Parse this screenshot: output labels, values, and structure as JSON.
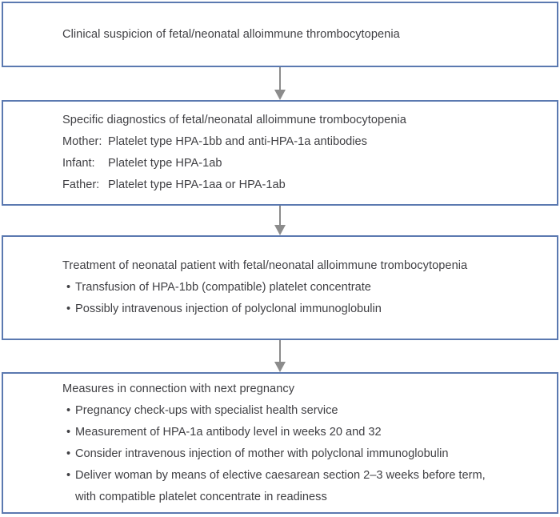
{
  "diagram": {
    "title": "Fetal/neonatal alloimmune thrombocytopenia management flowchart",
    "border_color": "#5b79b0",
    "text_color": "#404044",
    "arrow_color": "#8c8c8c",
    "bullet_glyph": "•",
    "nodes": [
      {
        "id": "node-1",
        "name": "clinical-suspicion",
        "lines": [
          {
            "type": "plain",
            "text": "Clinical suspicion of fetal/neonatal alloimmune thrombocytopenia"
          }
        ]
      },
      {
        "id": "node-2",
        "name": "specific-diagnostics",
        "lines": [
          {
            "type": "plain",
            "text": "Specific diagnostics of fetal/neonatal alloimmune trombocytopenia"
          },
          {
            "type": "kv",
            "key": "Mother:",
            "value": "Platelet type HPA-1bb and anti-HPA-1a antibodies"
          },
          {
            "type": "kv",
            "key": "Infant:",
            "value": "Platelet type HPA-1ab"
          },
          {
            "type": "kv",
            "key": "Father:",
            "value": "Platelet type HPA-1aa or HPA-1ab"
          }
        ]
      },
      {
        "id": "node-3",
        "name": "treatment-of-neonate",
        "lines": [
          {
            "type": "plain",
            "text": "Treatment of neonatal patient with fetal/neonatal alloimmune trombocytopenia"
          },
          {
            "type": "bullet",
            "text": "Transfusion of HPA-1bb (compatible) platelet concentrate"
          },
          {
            "type": "bullet",
            "text": "Possibly intravenous injection of polyclonal immunoglobulin"
          }
        ]
      },
      {
        "id": "node-4",
        "name": "next-pregnancy-measures",
        "lines": [
          {
            "type": "plain",
            "text": "Measures in connection with next pregnancy"
          },
          {
            "type": "bullet",
            "text": "Pregnancy check-ups with specialist health service"
          },
          {
            "type": "bullet",
            "text": "Measurement of HPA-1a antibody level in weeks 20 and 32"
          },
          {
            "type": "bullet",
            "text": "Consider intravenous injection of mother with polyclonal immunoglobulin"
          },
          {
            "type": "bullet",
            "text": "Deliver woman by means of elective caesarean section 2–3 weeks before term,\nwith compatible platelet concentrate in readiness"
          }
        ]
      }
    ],
    "connectors": [
      {
        "id": "conn-1",
        "name": "arrow-suspicion-to-diagnostics"
      },
      {
        "id": "conn-2",
        "name": "arrow-diagnostics-to-treatment"
      },
      {
        "id": "conn-3",
        "name": "arrow-treatment-to-next-pregnancy"
      }
    ]
  }
}
